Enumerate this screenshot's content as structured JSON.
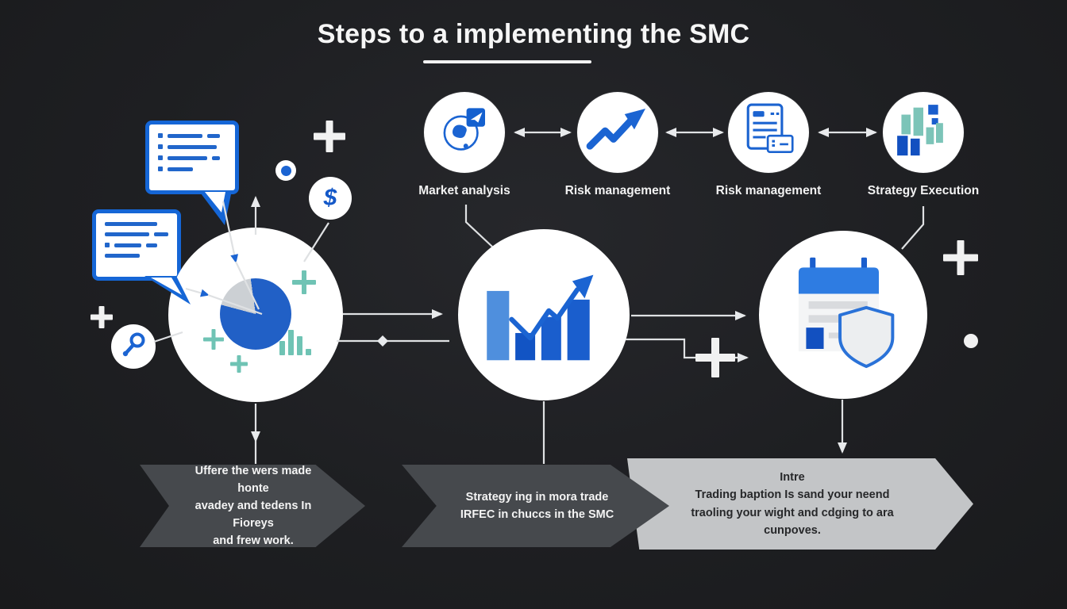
{
  "title": {
    "text": "Steps to a implementing the SMC"
  },
  "steps": [
    {
      "label": "Market analysis",
      "icon": "globe-plane-icon"
    },
    {
      "label": "Risk management",
      "icon": "trend-arrow-icon"
    },
    {
      "label": "Risk management",
      "icon": "document-card-icon"
    },
    {
      "label": "Strategy Execution",
      "icon": "blocks-icon"
    }
  ],
  "nodes": [
    {
      "icon": "pie-chart-icon"
    },
    {
      "icon": "bar-chart-growth-icon"
    },
    {
      "icon": "calendar-shield-icon"
    }
  ],
  "decorations": {
    "dollar_symbol": "$"
  },
  "banners": [
    {
      "style": "dark",
      "lines": [
        "Uffere the wers made honte",
        "avadey and tedens In Fioreys",
        "and frew work."
      ]
    },
    {
      "style": "dark",
      "lines": [
        "Strategy ing in mora trade",
        "IRFEC in chuccs in the SMC"
      ]
    },
    {
      "style": "light",
      "lines": [
        "Intre",
        "Trading baption Is sand your neend",
        "traoling your wight and cdging to ara",
        "cunpoves."
      ]
    }
  ],
  "colors": {
    "background": "#202124",
    "accent_blue": "#1b64d2",
    "dark_blue": "#1250c0",
    "teal": "#72c5b6",
    "banner_dark": "#46494d",
    "banner_light": "#c3c5c7",
    "line_white": "#e3e5e7",
    "text_white": "#f5f5f5",
    "text_dark": "#27282a"
  }
}
